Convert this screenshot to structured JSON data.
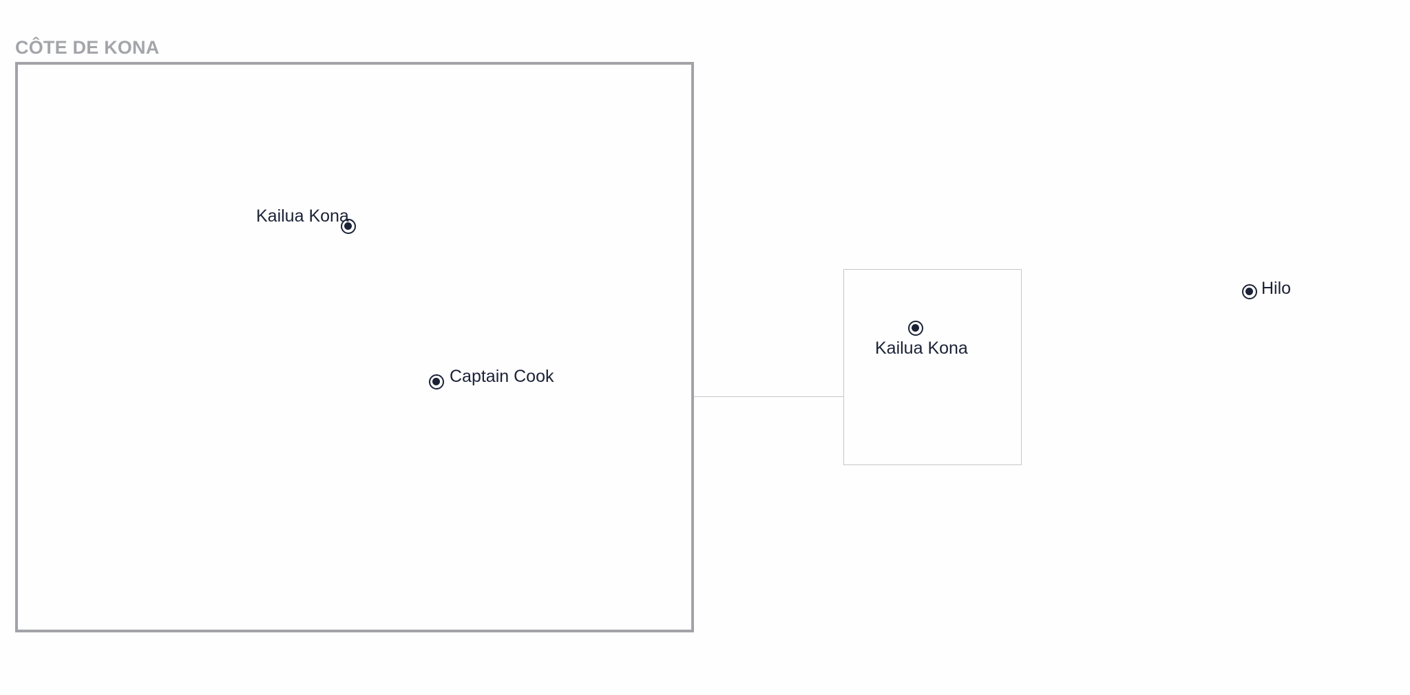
{
  "inset": {
    "title": "CÔTE DE KONA",
    "places": [
      {
        "name": "Kailua Kona",
        "icon": "city-marker-icon"
      },
      {
        "name": "Captain Cook",
        "icon": "city-marker-icon"
      }
    ]
  },
  "overview": {
    "places": [
      {
        "name": "Kailua Kona",
        "icon": "city-marker-icon"
      },
      {
        "name": "Hilo",
        "icon": "city-marker-icon"
      }
    ]
  },
  "colors": {
    "marker": "#1b2236",
    "label": "#1b2236",
    "title": "#a4a5aa",
    "frame": "#a2a3a8",
    "locator": "#c6c7cb"
  }
}
